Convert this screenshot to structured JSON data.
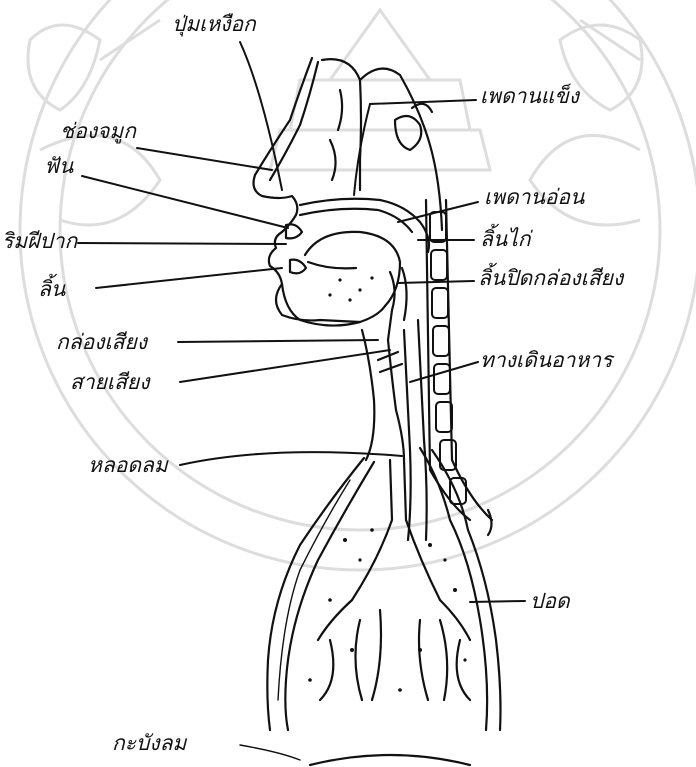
{
  "diagram": {
    "labels": {
      "gum_ridge": "ปุ่มเหงือก",
      "hard_palate": "เพดานแข็ง",
      "nasal_cavity": "ช่องจมูก",
      "teeth": "ฟัน",
      "soft_palate": "เพดานอ่อน",
      "lips": "ริมฝีปาก",
      "uvula": "ลิ้นไก่",
      "tongue": "ลิ้น",
      "epiglottis": "ลิ้นปิดกล่องเสียง",
      "larynx": "กล่องเสียง",
      "esophagus": "ทางเดินอาหาร",
      "vocal_cords": "สายเสียง",
      "trachea": "หลอดลม",
      "lung": "ปอด",
      "diaphragm": "กะบังลม"
    },
    "colors": {
      "ink": "#111111",
      "watermark": "#d9d9d9",
      "background": "#ffffff"
    }
  }
}
